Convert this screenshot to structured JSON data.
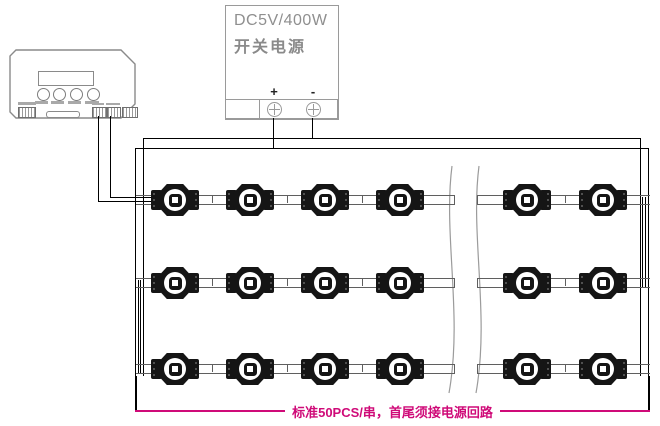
{
  "psu": {
    "model": "DC5V/400W",
    "name": "开关电源",
    "positive": "+",
    "negative": "-"
  },
  "note": {
    "text": "标准50PCS/串，首尾须接电源回路"
  },
  "controller": {
    "buttons_count": 4,
    "display_text": ""
  },
  "colors": {
    "positive": "#ea3428",
    "negative": "#a8a8a8",
    "data_blue": "#3040c0",
    "data_green": "#20a020",
    "note_magenta": "#cf0a78",
    "outline_gray": "#9a9a9a",
    "module_black": "#151515"
  },
  "grid": {
    "rows": 3,
    "row_y": [
      200,
      283,
      369
    ],
    "left_col_x": [
      175,
      250,
      325,
      400
    ],
    "right_col_x": [
      527,
      603
    ],
    "tick_x": [
      212,
      287,
      362,
      565
    ],
    "modules_visible": 18
  }
}
